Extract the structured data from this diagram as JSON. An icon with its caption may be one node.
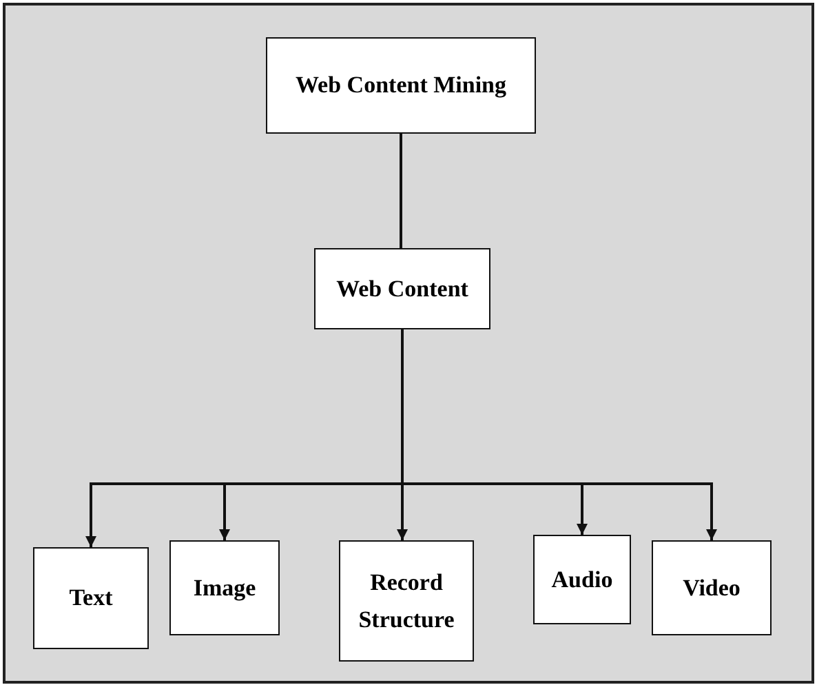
{
  "diagram": {
    "nodes": [
      {
        "text": [
          "Web Content Mining"
        ]
      },
      {
        "text": [
          "Web Content"
        ]
      },
      {
        "text": [
          "Text"
        ]
      },
      {
        "text": [
          "Image"
        ]
      },
      {
        "text": [
          "Record Structure"
        ]
      },
      {
        "text": [
          "Audio"
        ]
      },
      {
        "text": [
          "Video"
        ]
      }
    ],
    "edges": [
      {
        "from": 0,
        "to": 1,
        "arrow": "none"
      },
      {
        "from": 1,
        "to": 2,
        "arrow": "to"
      },
      {
        "from": 1,
        "to": 3,
        "arrow": "to"
      },
      {
        "from": 1,
        "to": 4,
        "arrow": "to"
      },
      {
        "from": 1,
        "to": 5,
        "arrow": "to"
      },
      {
        "from": 1,
        "to": 6,
        "arrow": "to"
      }
    ]
  }
}
